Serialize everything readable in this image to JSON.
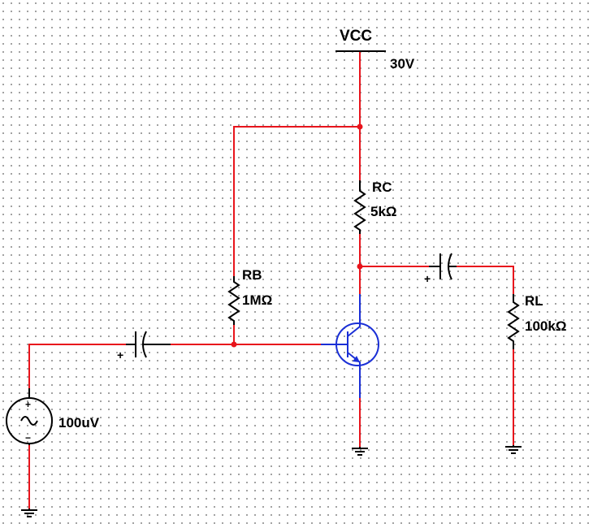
{
  "colors": {
    "wire": "#e8141c",
    "component": "#000000",
    "transistor": "#1a2fd6",
    "junction": "#e8141c"
  },
  "vcc": {
    "label": "VCC",
    "value": "30V"
  },
  "rc": {
    "name": "RC",
    "value": "5kΩ"
  },
  "rb": {
    "name": "RB",
    "value": "1MΩ"
  },
  "rl": {
    "name": "RL",
    "value": "100kΩ"
  },
  "source": {
    "value": "100uV",
    "plus": "+",
    "minus": "−"
  },
  "c1": {
    "polarity": "+"
  },
  "c2": {
    "polarity": "+"
  }
}
